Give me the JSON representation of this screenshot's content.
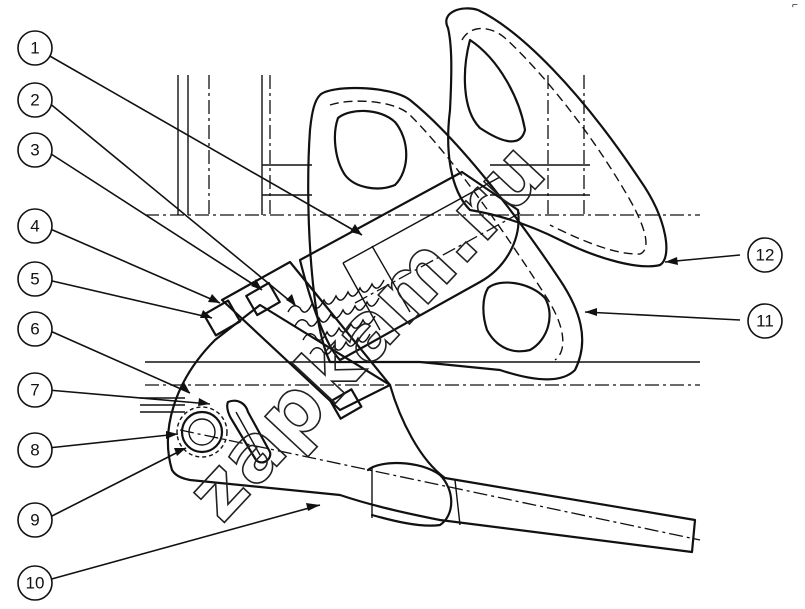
{
  "watermark": "zapkam.ru",
  "corner_mark": "⌐",
  "callouts": [
    {
      "label": "1"
    },
    {
      "label": "2"
    },
    {
      "label": "3"
    },
    {
      "label": "4"
    },
    {
      "label": "5"
    },
    {
      "label": "6"
    },
    {
      "label": "7"
    },
    {
      "label": "8"
    },
    {
      "label": "9"
    },
    {
      "label": "10"
    },
    {
      "label": "11"
    },
    {
      "label": "12"
    }
  ]
}
